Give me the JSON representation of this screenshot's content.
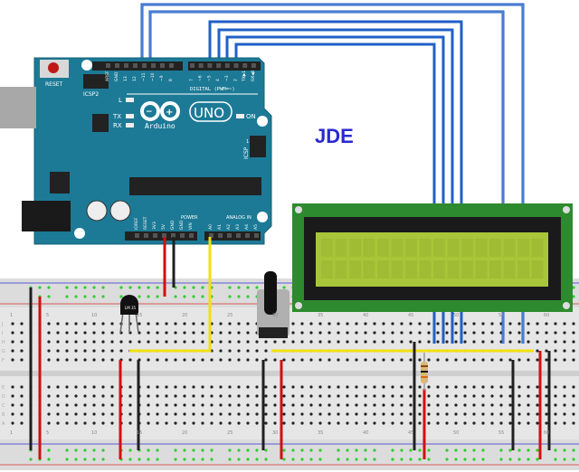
{
  "title": "JDE",
  "arduino": {
    "reset_label": "RESET",
    "icsp2_label": "ICSP2",
    "icsp_label": "ICSP",
    "icsp_pin1": "1",
    "brand": "Arduino",
    "model": "UNO",
    "led_l": "L",
    "led_tx": "TX",
    "led_rx": "RX",
    "led_on": "ON",
    "digital_label": "DIGITAL (PWM=~)",
    "power_label": "POWER",
    "analog_label": "ANALOG IN",
    "digital_pins": [
      "AREF",
      "GND",
      "13",
      "12",
      "~11",
      "~10",
      "~9",
      "8",
      "7",
      "~6",
      "~5",
      "4",
      "~3",
      "2",
      "TX▶1",
      "RX◀0"
    ],
    "power_pins": [
      "IOREF",
      "RESET",
      "3V3",
      "5V",
      "GND",
      "GND",
      "VIN"
    ],
    "analog_pins": [
      "A0",
      "A1",
      "A2",
      "A3",
      "A4",
      "A5"
    ],
    "color": "#1c7a96"
  },
  "sensor": {
    "label": "LM 35"
  },
  "breadboard": {
    "row_labels_top": [
      "J",
      "I",
      "H",
      "G",
      "F"
    ],
    "row_labels_bottom": [
      "E",
      "D",
      "C",
      "B",
      "A"
    ],
    "column_labels": [
      "1",
      "5",
      "10",
      "15",
      "20",
      "25",
      "30",
      "35",
      "40",
      "45",
      "50",
      "55",
      "60"
    ]
  },
  "lcd": {
    "screen_color": "#a9c63a",
    "pcb_color": "#2e8a2e"
  },
  "wire_colors": {
    "data": "#2060c8",
    "signal": "#f0e010",
    "power": "#d01010",
    "ground": "#202020"
  }
}
